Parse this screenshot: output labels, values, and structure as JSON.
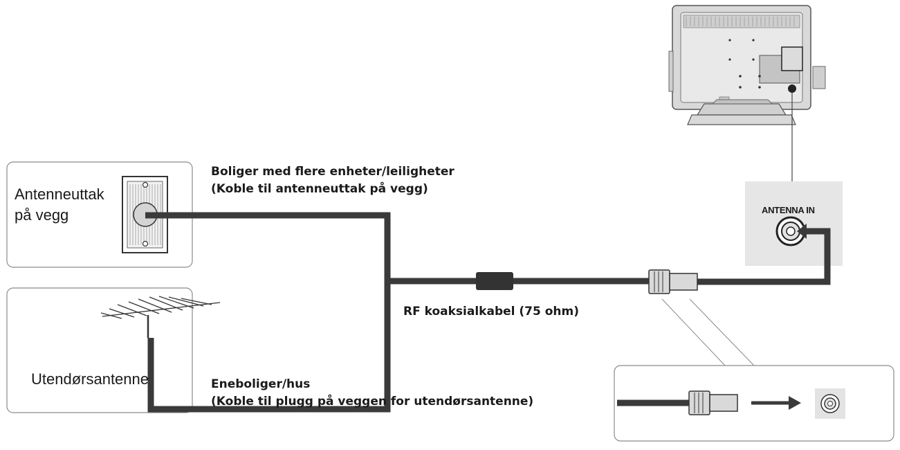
{
  "wall_outlet_box": {
    "title_line1": "Antenneuttak",
    "title_line2": "på vegg"
  },
  "outdoor_antenna_box": {
    "title": "Utendørsantenne"
  },
  "apartments_note": {
    "line1": "Boliger med flere enheter/leiligheter",
    "line2": "(Koble til antenneuttak på vegg)"
  },
  "houses_note": {
    "line1": "Eneboliger/hus",
    "line2": "(Koble til plugg på veggen for utendørsantenne)"
  },
  "cable": {
    "label": "RF koaksialkabel (75 ohm)"
  },
  "tv_port": {
    "label": "ANTENNA IN"
  },
  "colors": {
    "cable": "#3a3a3a",
    "box_border": "#8a8a8a",
    "port_panel": "#e6e6e6",
    "tv_body": "#d9d9d9"
  }
}
